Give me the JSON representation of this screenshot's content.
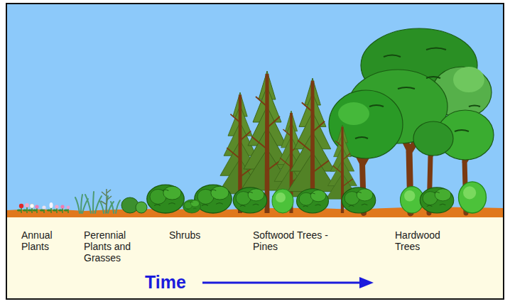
{
  "diagram": {
    "labels": [
      "Annual Plants",
      "Perennial Plants and Grasses",
      "Shrubs",
      "Softwood Trees - Pines",
      "Hardwood Trees",
      "Time"
    ]
  }
}
